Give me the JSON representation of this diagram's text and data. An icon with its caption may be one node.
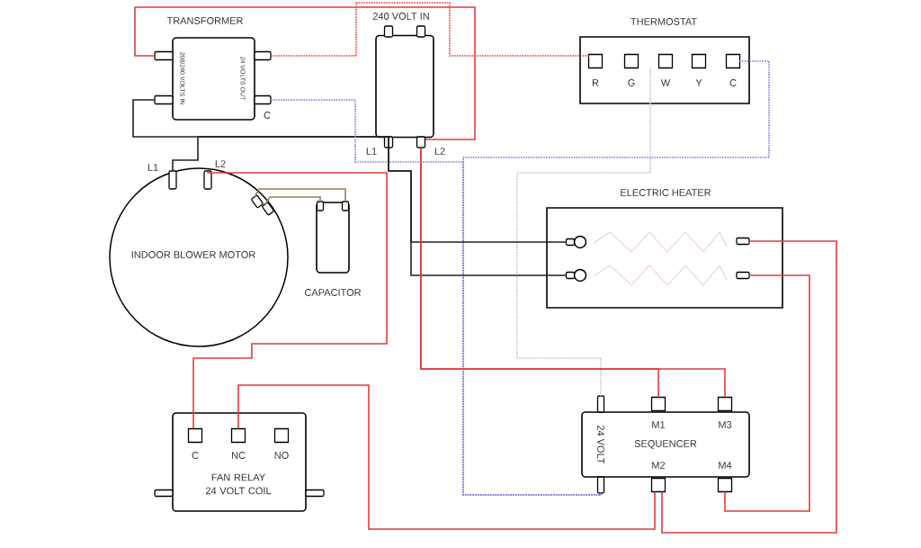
{
  "diagram": {
    "nodes": [
      {
        "text": [
          "TRANSFORMER",
          "208/240 VOLTS IN",
          "24 VOLTS OUT",
          "C"
        ]
      },
      {
        "text": [
          "240 VOLT IN",
          "L1",
          "L2"
        ]
      },
      {
        "text": [
          "THERMOSTAT",
          "R",
          "G",
          "W",
          "Y",
          "C"
        ]
      },
      {
        "text": [
          "L1",
          "L2",
          "INDOOR BLOWER MOTOR"
        ]
      },
      {
        "text": [
          "CAPACITOR"
        ]
      },
      {
        "text": [
          "ELECTRIC HEATER"
        ]
      },
      {
        "text": [
          "C",
          "NC",
          "NO",
          "FAN RELAY 24 VOLT COIL"
        ]
      },
      {
        "text": [
          "24 VOLT",
          "M1",
          "M3",
          "SEQUENCER",
          "M2",
          "M4"
        ]
      }
    ],
    "edges": [
      {
        "from": 0,
        "to": 1,
        "arrow": "none"
      },
      {
        "from": 0,
        "to": 2,
        "arrow": "none",
        "style": "dashed"
      },
      {
        "from": 0,
        "to": 1,
        "arrow": "none",
        "color": "#222222"
      },
      {
        "from": 1,
        "to": 3,
        "arrow": "none",
        "color": "#222222"
      },
      {
        "from": 0,
        "to": 7,
        "arrow": "none",
        "style": "dashed",
        "color": "#7b7be0"
      },
      {
        "from": 2,
        "to": 7,
        "arrow": "none",
        "style": "dashed",
        "color": "#7b7be0"
      },
      {
        "from": 2,
        "to": 7,
        "arrow": "none",
        "style": "dashed",
        "color": "#c4c4c4"
      },
      {
        "from": 1,
        "to": 5,
        "arrow": "none",
        "color": "#222222"
      },
      {
        "from": 1,
        "to": 5,
        "arrow": "none",
        "color": "#222222"
      },
      {
        "from": 1,
        "to": 7,
        "arrow": "none"
      },
      {
        "from": 1,
        "to": 7,
        "arrow": "none"
      },
      {
        "from": 3,
        "to": 6,
        "arrow": "none"
      },
      {
        "from": 3,
        "to": 4,
        "arrow": "none",
        "color": "#9a7d5a"
      },
      {
        "from": 3,
        "to": 4,
        "arrow": "none",
        "color": "#9a7d5a"
      },
      {
        "from": 6,
        "to": 7,
        "arrow": "none"
      },
      {
        "from": 7,
        "to": 5,
        "arrow": "none"
      },
      {
        "from": 7,
        "to": 5,
        "arrow": "none"
      }
    ]
  }
}
